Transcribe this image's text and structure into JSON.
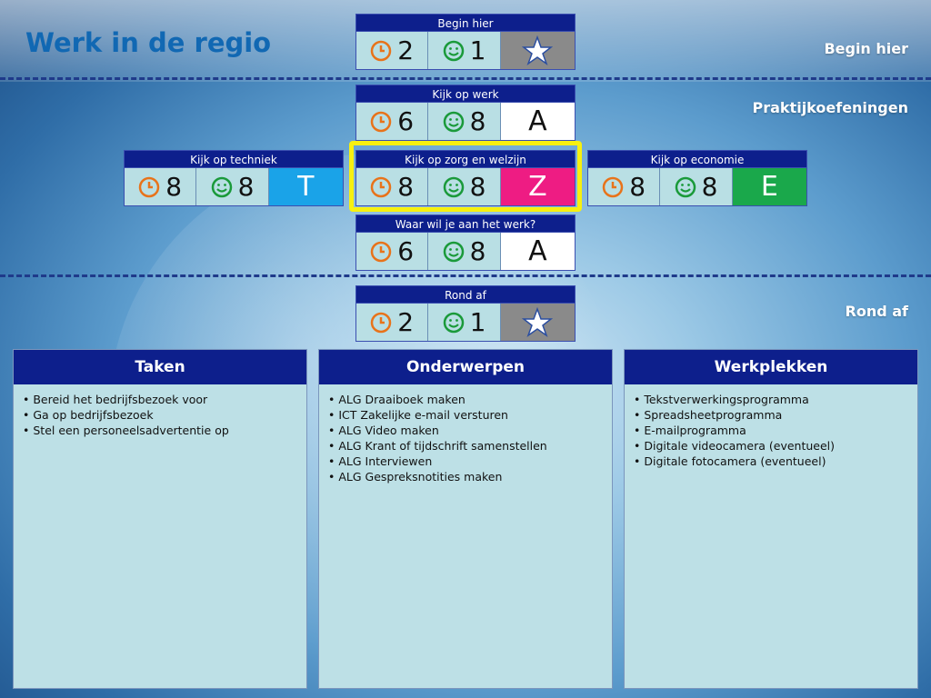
{
  "page": {
    "title": "Werk in de regio"
  },
  "section_labels": {
    "begin": "Begin hier",
    "practice": "Praktijkoefeningen",
    "end": "Rond af"
  },
  "icons": {
    "clock": "clock-icon",
    "smiley": "smiley-icon",
    "star": "star-icon"
  },
  "colors": {
    "clock": "#e8731a",
    "smiley": "#1a9a3a",
    "header_blue": "#0d1f8c",
    "cell_bg": "#b9dfe4",
    "highlight": "#f7f00f",
    "techniek": "#1aa3e8",
    "zorg": "#ee1c83",
    "economie": "#1aa84b",
    "star_bg": "#8a8a8a"
  },
  "modules": {
    "begin": {
      "title": "Begin hier",
      "time": "2",
      "score": "1"
    },
    "werk": {
      "title": "Kijk op werk",
      "time": "6",
      "score": "8",
      "letter": "A"
    },
    "techniek": {
      "title": "Kijk op techniek",
      "time": "8",
      "score": "8",
      "letter": "T"
    },
    "zorg": {
      "title": "Kijk op zorg en welzijn",
      "time": "8",
      "score": "8",
      "letter": "Z"
    },
    "economie": {
      "title": "Kijk op economie",
      "time": "8",
      "score": "8",
      "letter": "E"
    },
    "waar": {
      "title": "Waar wil je aan het werk?",
      "time": "6",
      "score": "8",
      "letter": "A"
    },
    "rond": {
      "title": "Rond af",
      "time": "2",
      "score": "1"
    }
  },
  "panels": {
    "taken": {
      "title": "Taken",
      "items": [
        "Bereid het bedrijfsbezoek voor",
        "Ga op bedrijfsbezoek",
        "Stel een personeelsadvertentie op"
      ]
    },
    "onderwerpen": {
      "title": "Onderwerpen",
      "items": [
        "ALG Draaiboek maken",
        "ICT Zakelijke e-mail versturen",
        "ALG Video maken",
        "ALG Krant of tijdschrift samenstellen",
        "ALG Interviewen",
        "ALG Gespreksnotities maken"
      ]
    },
    "werkplekken": {
      "title": "Werkplekken",
      "items": [
        "Tekstverwerkingsprogramma",
        "Spreadsheetprogramma",
        "E-mailprogramma",
        "Digitale videocamera (eventueel)",
        "Digitale fotocamera  (eventueel)"
      ]
    }
  }
}
